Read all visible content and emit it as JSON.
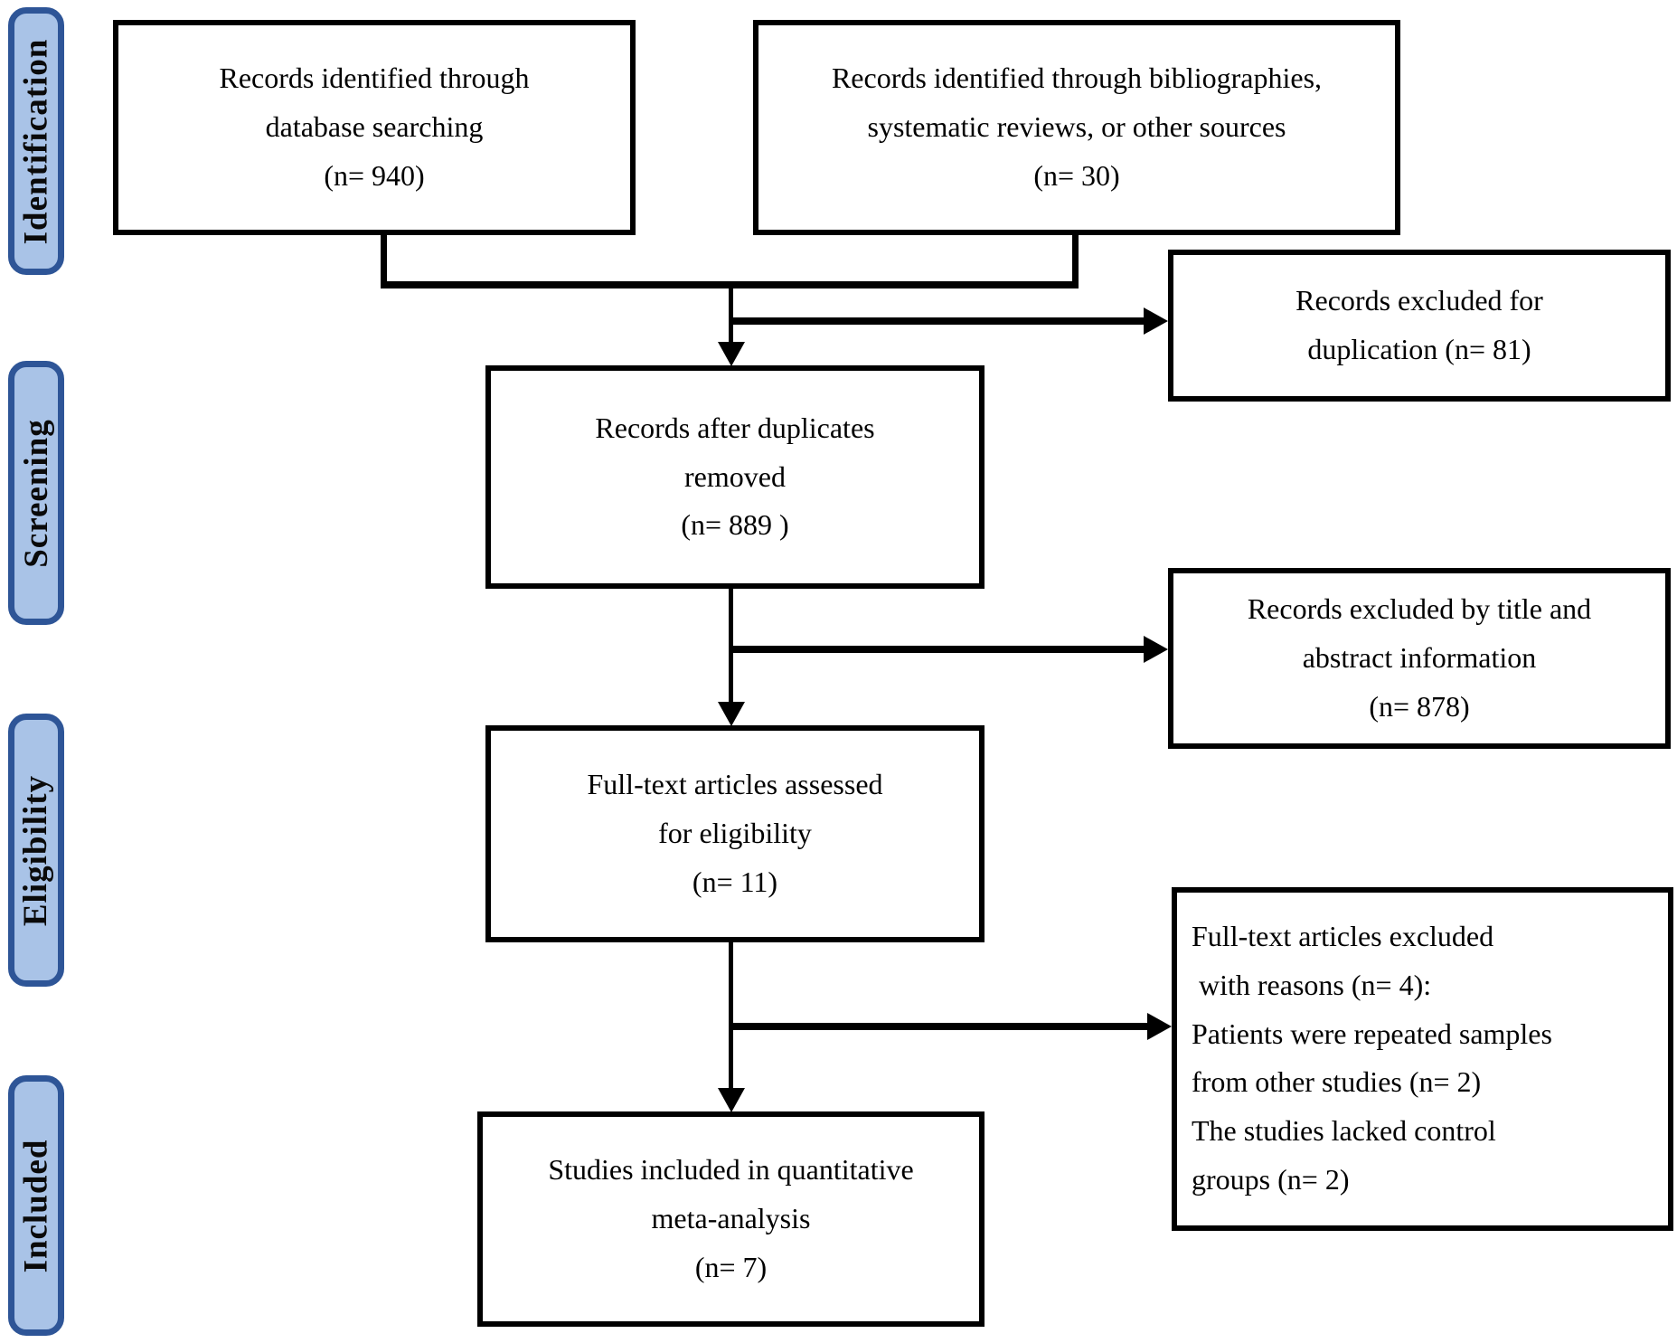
{
  "stages": [
    {
      "label": "Identification"
    },
    {
      "label": "Screening"
    },
    {
      "label": "Eligibility"
    },
    {
      "label": "Included"
    }
  ],
  "boxes": {
    "database_search": {
      "text": "Records identified through\ndatabase searching\n(n= 940)"
    },
    "other_sources": {
      "text": "Records identified through bibliographies,\nsystematic reviews, or other sources\n(n= 30)"
    },
    "duplication_excluded": {
      "text": "Records excluded for\nduplication (n= 81)"
    },
    "after_duplicates": {
      "text": "Records after duplicates\nremoved\n(n= 889 )"
    },
    "title_abstract_excluded": {
      "text": "Records excluded by title and\nabstract information\n(n= 878)"
    },
    "fulltext_assessed": {
      "text": "Full-text articles assessed\nfor eligibility\n(n= 11)"
    },
    "fulltext_excluded": {
      "text": "Full-text articles excluded\n with reasons (n= 4):\nPatients were repeated samples\nfrom other studies (n= 2)\nThe studies lacked control\ngroups (n= 2)"
    },
    "included_meta_analysis": {
      "text": "Studies included in quantitative\nmeta-analysis\n(n= 7)"
    }
  },
  "colors": {
    "stage_fill": "#a9c3e7",
    "stage_border": "#2e5597",
    "box_border": "#000000",
    "line_color": "#000000",
    "background": "#ffffff"
  }
}
